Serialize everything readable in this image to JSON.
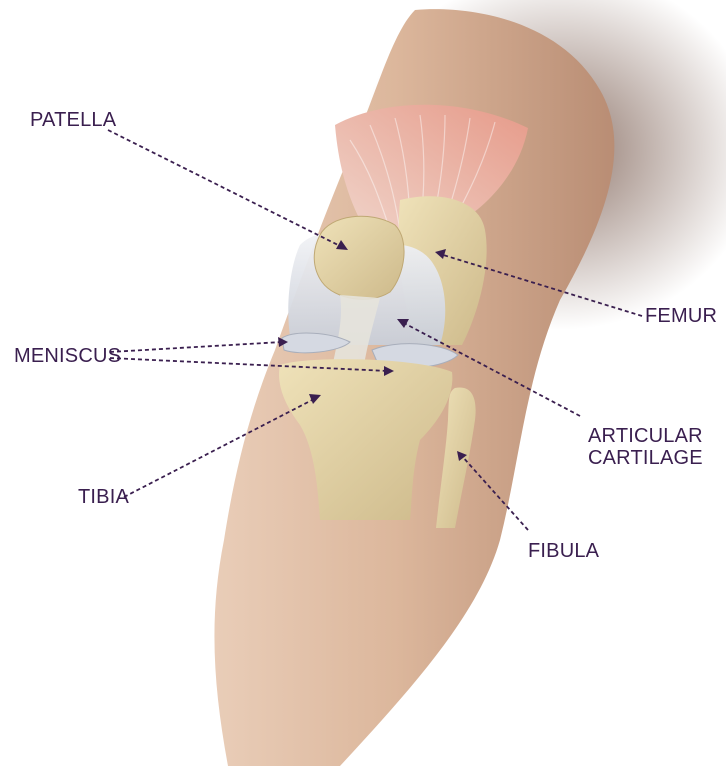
{
  "colors": {
    "label": "#3a1f4f",
    "leader": "#3a1f4f",
    "skin": "#d9b89e",
    "skin_shadow": "#8a6a58",
    "bone": "#e7d7a8",
    "cartilage": "#dfe3ea",
    "muscle": "#e9a89a"
  },
  "labels": {
    "patella": "PATELLA",
    "femur": "FEMUR",
    "meniscus": "MENISCUS",
    "articular_line1": "ARTICULAR",
    "articular_line2": "CARTILAGE",
    "tibia": "TIBIA",
    "fibula": "FIBULA"
  }
}
